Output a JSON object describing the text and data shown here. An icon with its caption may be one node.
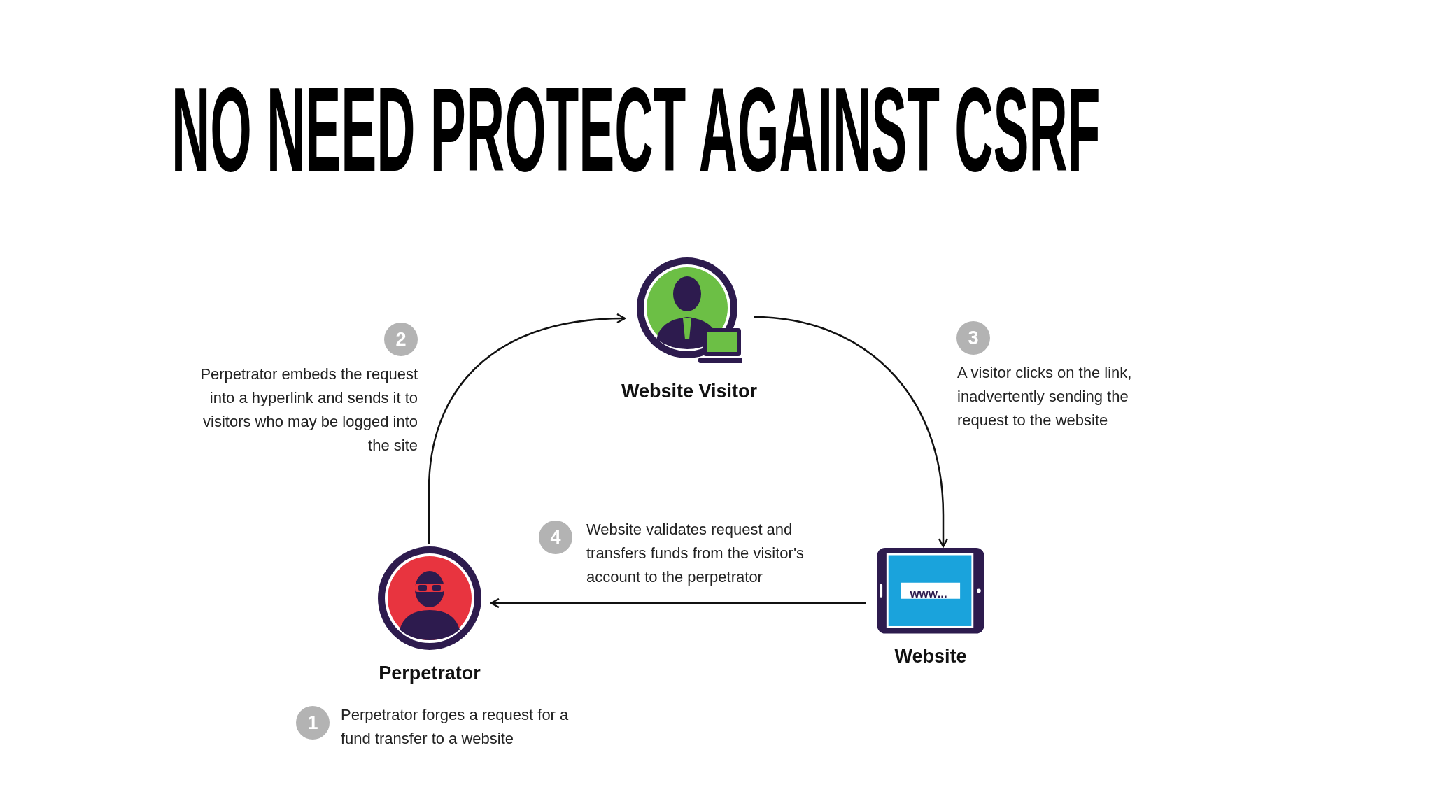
{
  "diagram": {
    "title": "NO NEED PROTECT AGAINST CSRF",
    "nodes": [
      {
        "text": [
          "Website Visitor"
        ]
      },
      {
        "text": [
          "Website"
        ]
      },
      {
        "text": [
          "Perpetrator"
        ]
      }
    ],
    "edges": [
      {
        "from": 2,
        "to": 0,
        "arrow": "to"
      },
      {
        "from": 0,
        "to": 1,
        "arrow": "to"
      },
      {
        "from": 1,
        "to": 2,
        "arrow": "to"
      }
    ],
    "labels": [
      "2",
      "Perpetrator embeds the request into a hyperlink  and sends it to visitors who may be logged into the site",
      "3",
      "A visitor clicks on the link, inadvertently sending the request to the website",
      "4",
      "Website validates request and transfers funds from the visitor's account to the  perpetrator",
      "www...",
      "1",
      "Perpetrator forges a request for a fund transfer to a website"
    ]
  }
}
